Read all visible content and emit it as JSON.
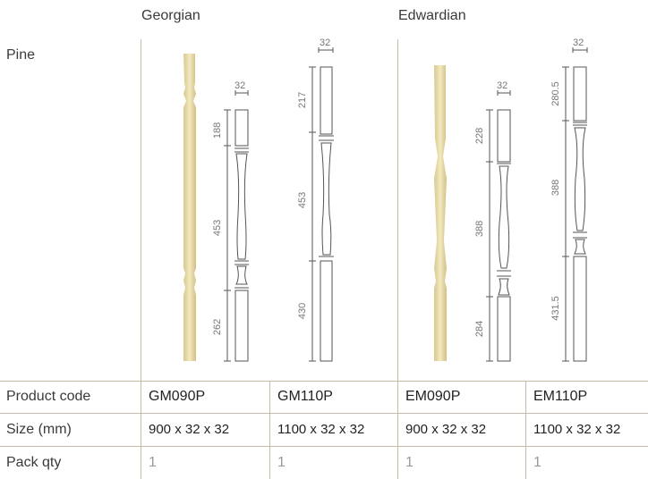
{
  "columns": [
    {
      "name": "Georgian"
    },
    {
      "name": "Edwardian"
    }
  ],
  "wood": "Pine",
  "products": [
    {
      "code": "GM090P",
      "size": "900 x 32 x 32",
      "qty": "1",
      "dims": {
        "width": "32",
        "top": "188",
        "middle": "453",
        "bottom": "262"
      }
    },
    {
      "code": "GM110P",
      "size": "1100 x 32 x 32",
      "qty": "1",
      "dims": {
        "width": "32",
        "top": "217",
        "middle": "453",
        "bottom": "430"
      }
    },
    {
      "code": "EM090P",
      "size": "900 x 32 x 32",
      "qty": "1",
      "dims": {
        "width": "32",
        "top": "228",
        "middle": "388",
        "bottom": "284"
      }
    },
    {
      "code": "EM110P",
      "size": "1100 x 32 x 32",
      "qty": "1",
      "dims": {
        "width": "32",
        "top": "280.5",
        "middle": "388",
        "bottom": "431.5"
      }
    }
  ],
  "table": {
    "rows": [
      {
        "label": "Product code"
      },
      {
        "label": "Size (mm)"
      },
      {
        "label": "Pack qty"
      }
    ]
  },
  "colors": {
    "line": "#c9b9a9",
    "pine_light": "#efe6b8",
    "pine_dark": "#d9c990",
    "drawing": "#555555"
  }
}
